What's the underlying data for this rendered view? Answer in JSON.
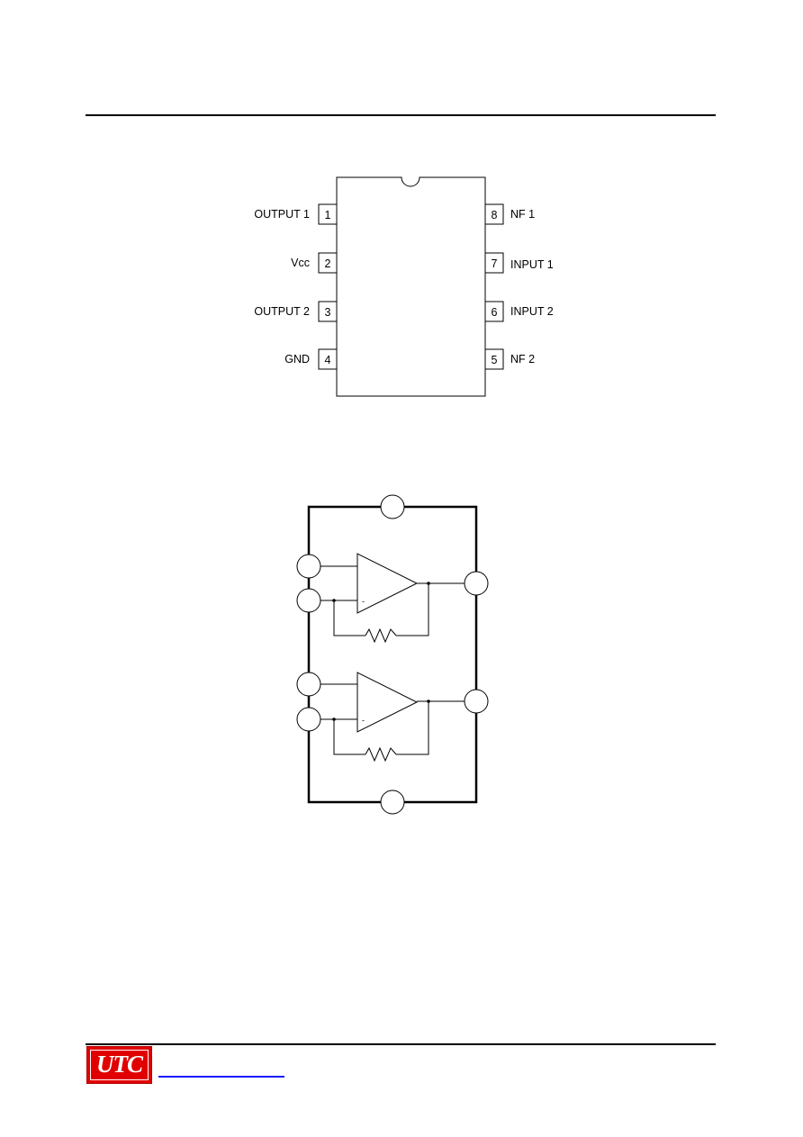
{
  "pin_diagram": {
    "left_pins": [
      {
        "num": "1",
        "label": "OUTPUT 1"
      },
      {
        "num": "2",
        "label": "Vcc"
      },
      {
        "num": "3",
        "label": "OUTPUT 2"
      },
      {
        "num": "4",
        "label": "GND"
      }
    ],
    "right_pins": [
      {
        "num": "8",
        "label": "NF 1"
      },
      {
        "num": "7",
        "label": "INPUT 1"
      },
      {
        "num": "6",
        "label": "INPUT 2"
      },
      {
        "num": "5",
        "label": "NF 2"
      }
    ]
  },
  "block_diagram": {
    "minus_sign": "-"
  },
  "footer": {
    "logo_text": "UTC",
    "logo_color": "#e00000",
    "link_color": "#1a1aff"
  }
}
